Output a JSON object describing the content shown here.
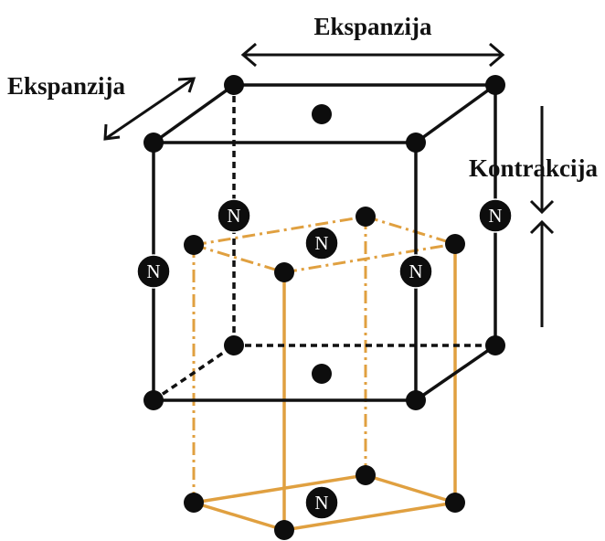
{
  "labels": {
    "expansion_top": "Ekspanzija",
    "expansion_left": "Ekspanzija",
    "contraction": "Kontrakcija"
  },
  "atom_letter": "N",
  "colors": {
    "black_cell": "#111111",
    "orange_cell": "#E0A040",
    "atom_fill": "#0d0d0d",
    "atom_text": "#ffffff"
  }
}
